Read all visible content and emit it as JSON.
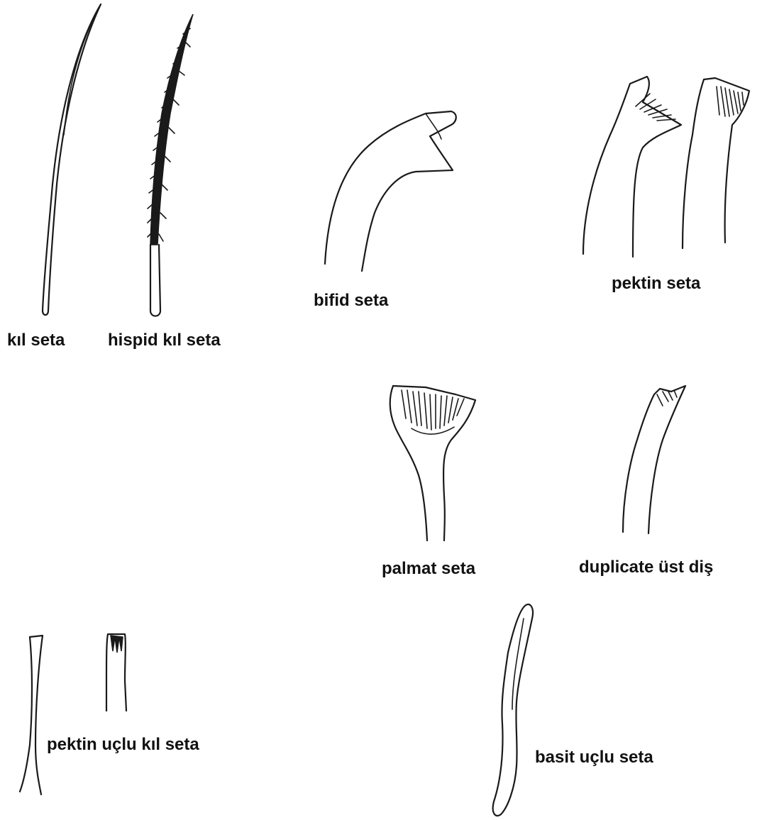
{
  "labels": {
    "kil_seta": "kıl seta",
    "hispid_kil_seta": "hispid kıl seta",
    "bifid_seta": "bifid seta",
    "pektin_seta": "pektin seta",
    "palmat_seta": "palmat seta",
    "duplicate_ust_dis": "duplicate üst diş",
    "pektin_uclu_kil_seta": "pektin uçlu kıl seta",
    "basit_uclu_seta": "basit uçlu seta"
  }
}
